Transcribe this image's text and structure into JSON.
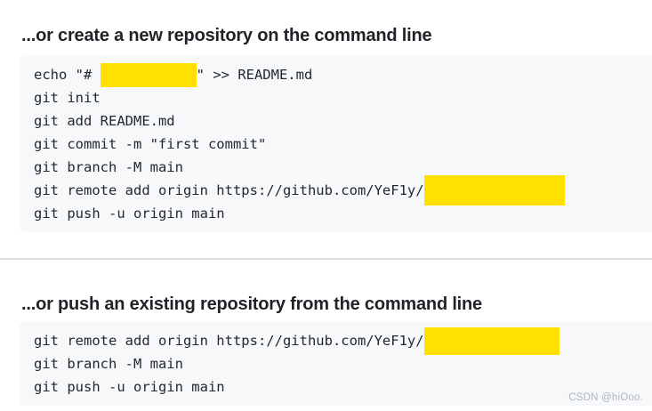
{
  "page": {
    "watermark": "CSDN @hiOoo.",
    "colors": {
      "background": "#ffffff",
      "code_block_bg": "#f6f8fa",
      "heading_text": "#1f2328",
      "code_text": "#24292f",
      "redaction_highlight": "#ffe100",
      "divider": "#d8dee4",
      "watermark_text": "#b0b7bd"
    }
  },
  "sections": [
    {
      "heading": "...or create a new repository on the command line",
      "code_lines": [
        {
          "segments": [
            {
              "text": "echo \"# "
            },
            {
              "redacted": true
            },
            {
              "text": "\" >> README.md"
            }
          ]
        },
        {
          "segments": [
            {
              "text": "git init"
            }
          ]
        },
        {
          "segments": [
            {
              "text": "git add README.md"
            }
          ]
        },
        {
          "segments": [
            {
              "text": "git commit -m \"first commit\""
            }
          ]
        },
        {
          "segments": [
            {
              "text": "git branch -M main"
            }
          ]
        },
        {
          "segments": [
            {
              "text": "git remote add origin https://github.com/YeF1y/"
            },
            {
              "redacted": true
            }
          ]
        },
        {
          "segments": [
            {
              "text": "git push -u origin main"
            }
          ]
        }
      ]
    },
    {
      "heading": "...or push an existing repository from the command line",
      "code_lines": [
        {
          "segments": [
            {
              "text": "git remote add origin https://github.com/YeF1y/"
            },
            {
              "redacted": true
            }
          ]
        },
        {
          "segments": [
            {
              "text": "git branch -M main"
            }
          ]
        },
        {
          "segments": [
            {
              "text": "git push -u origin main"
            }
          ]
        }
      ]
    }
  ]
}
